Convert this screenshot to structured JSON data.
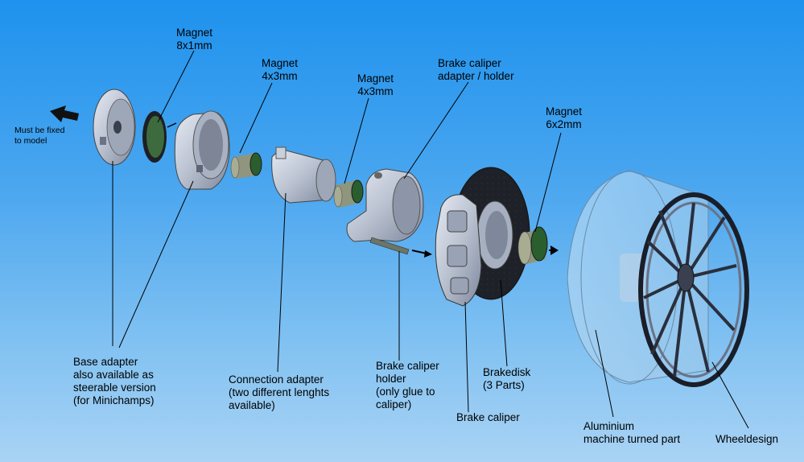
{
  "labels": {
    "magnet_8x1": "Magnet\n8x1mm",
    "magnet_4x3_a": "Magnet\n4x3mm",
    "magnet_4x3_b": "Magnet\n4x3mm",
    "caliper_adapter": "Brake caliper\nadapter / holder",
    "magnet_6x2": "Magnet\n6x2mm",
    "must_be_fixed": "Must be fixed\nto model",
    "base_adapter": "Base adapter\nalso available as\nsteerable version\n(for Minichamps)",
    "connection_adapter": "Connection adapter\n(two different lenghts\navailable)",
    "caliper_holder": "Brake caliper\nholder\n(only glue to\ncaliper)",
    "brakedisk": "Brakedisk\n(3 Parts)",
    "brake_caliper": "Brake caliper",
    "aluminium_part": "Aluminium\nmachine turned part",
    "wheeldesign": "Wheeldesign"
  },
  "colors": {
    "part_gray": "#b9c1d0",
    "magnet_green": "#2f6a3a",
    "leader_line": "#000000",
    "sky_top": "#1e92ee",
    "sky_bottom": "#a9d3f4"
  },
  "icons": [
    "arrow-left-icon",
    "arrow-right-icon"
  ]
}
